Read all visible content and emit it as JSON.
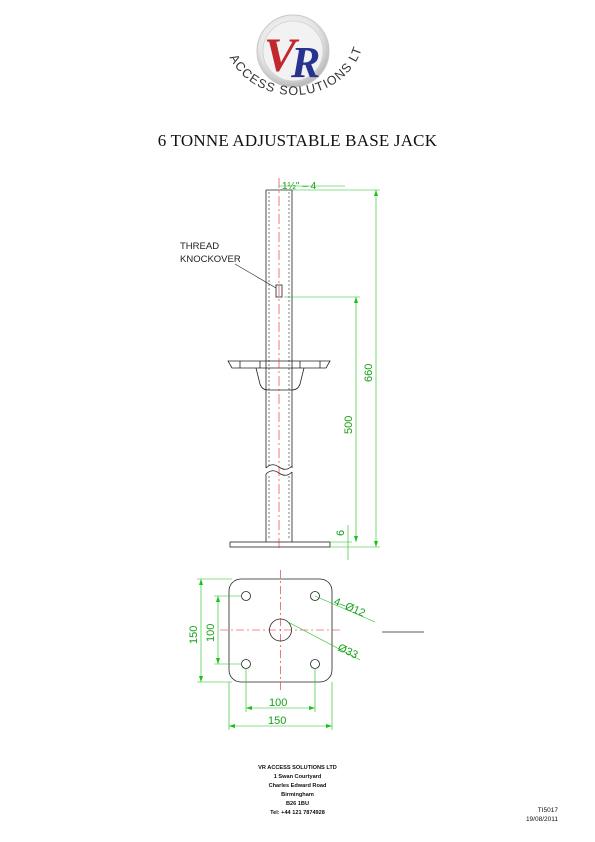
{
  "logo": {
    "monogram_left": "V",
    "monogram_right": "R",
    "arc_text": "ACCESS SOLUTIONS LTD.",
    "colors": {
      "v": "#c0282d",
      "r": "#27338f",
      "ring": "#d8d8d8"
    }
  },
  "title": "6 TONNE ADJUSTABLE BASE JACK",
  "drawing": {
    "thread_label": "1½\" – 4",
    "knockover_label_line1": "THREAD",
    "knockover_label_line2": "KNOCKOVER",
    "dim_total_height": "660",
    "dim_knockover_height": "500",
    "dim_plate_thickness": "6",
    "dim_plate_outer_vertical": "150",
    "dim_hole_pitch_vertical": "100",
    "dim_hole_pitch_horizontal": "100",
    "dim_plate_outer_horizontal": "150",
    "dim_holes": "4–Ø12",
    "dim_centre_hole": "Ø33",
    "colors": {
      "outline": "#222222",
      "centerline": "#e02020",
      "dimension": "#18c018"
    }
  },
  "footer": {
    "company": "VR ACCESS SOLUTIONS LTD",
    "address_line1": "1 Swan Courtyard",
    "address_line2": "Charles Edward Road",
    "address_line3": "Birmingham",
    "postcode": "B26 1BU",
    "telephone": "Tel: +44 121 7874928"
  },
  "reference": {
    "code": "TI5017",
    "date": "19/08/2011"
  }
}
